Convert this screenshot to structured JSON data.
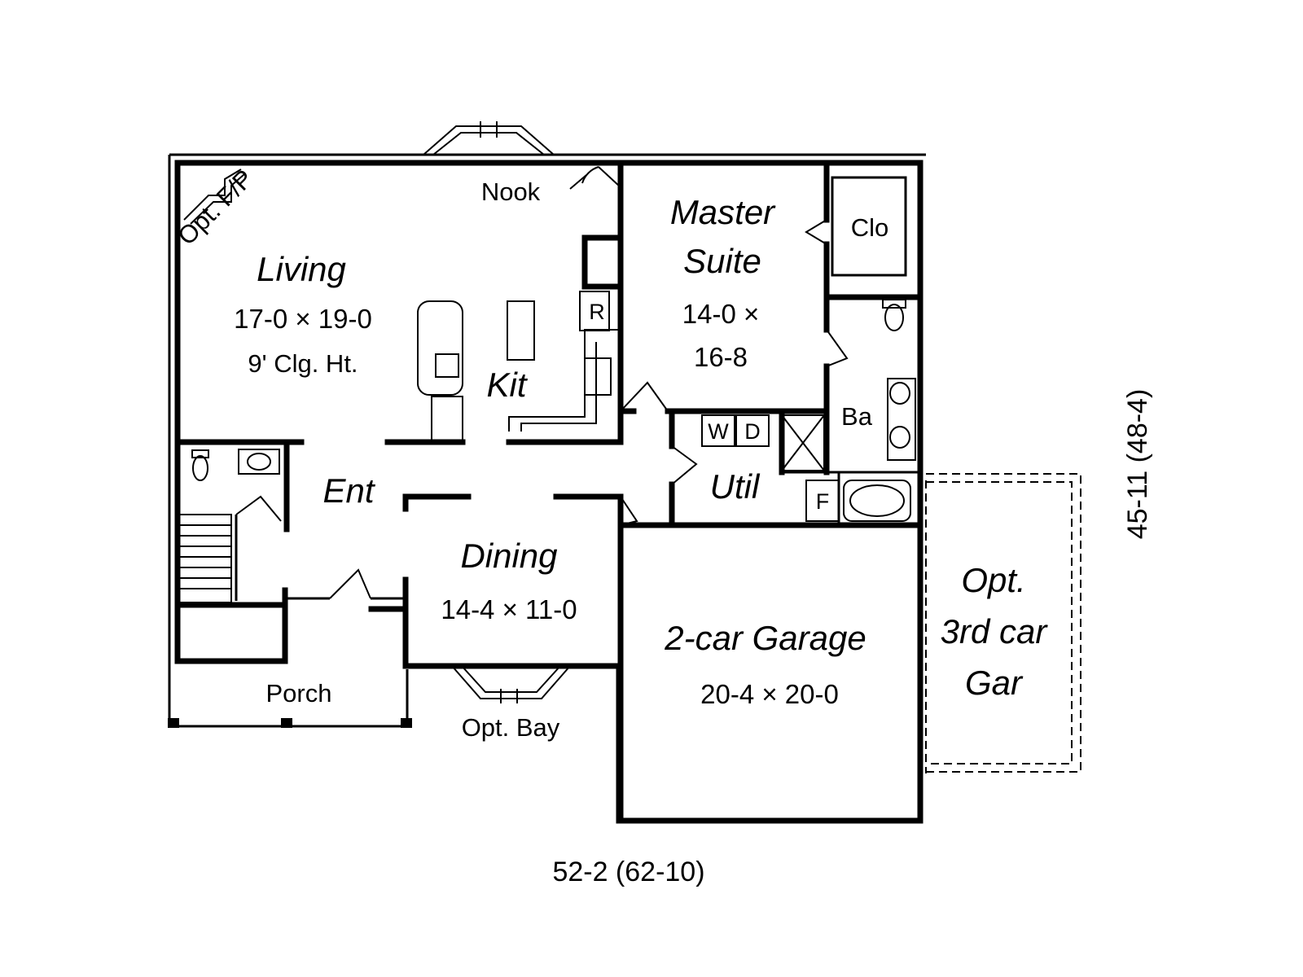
{
  "rooms": {
    "living": {
      "name": "Living",
      "size": "17-0 × 19-0",
      "ceiling": "9' Clg. Ht."
    },
    "kitchen": {
      "name": "Kit"
    },
    "nook": {
      "name": "Nook"
    },
    "master": {
      "name_line1": "Master",
      "name_line2": "Suite",
      "size_line1": "14-0 ×",
      "size_line2": "16-8"
    },
    "closet": {
      "name": "Clo"
    },
    "bath": {
      "name": "Ba"
    },
    "entry": {
      "name": "Ent"
    },
    "utility": {
      "name": "Util"
    },
    "dining": {
      "name": "Dining",
      "size": "14-4 × 11-0"
    },
    "garage": {
      "name": "2-car Garage",
      "size": "20-4 × 20-0"
    },
    "optional_garage": {
      "line1": "Opt.",
      "line2": "3rd car",
      "line3": "Gar"
    },
    "porch": {
      "name": "Porch"
    }
  },
  "annotations": {
    "fireplace": "Opt. F/P",
    "bay": "Opt. Bay",
    "refrigerator": "R",
    "washer": "W",
    "dryer": "D",
    "furnace": "F"
  },
  "dimensions": {
    "width": "52-2 (62-10)",
    "depth": "45-11 (48-4)"
  }
}
